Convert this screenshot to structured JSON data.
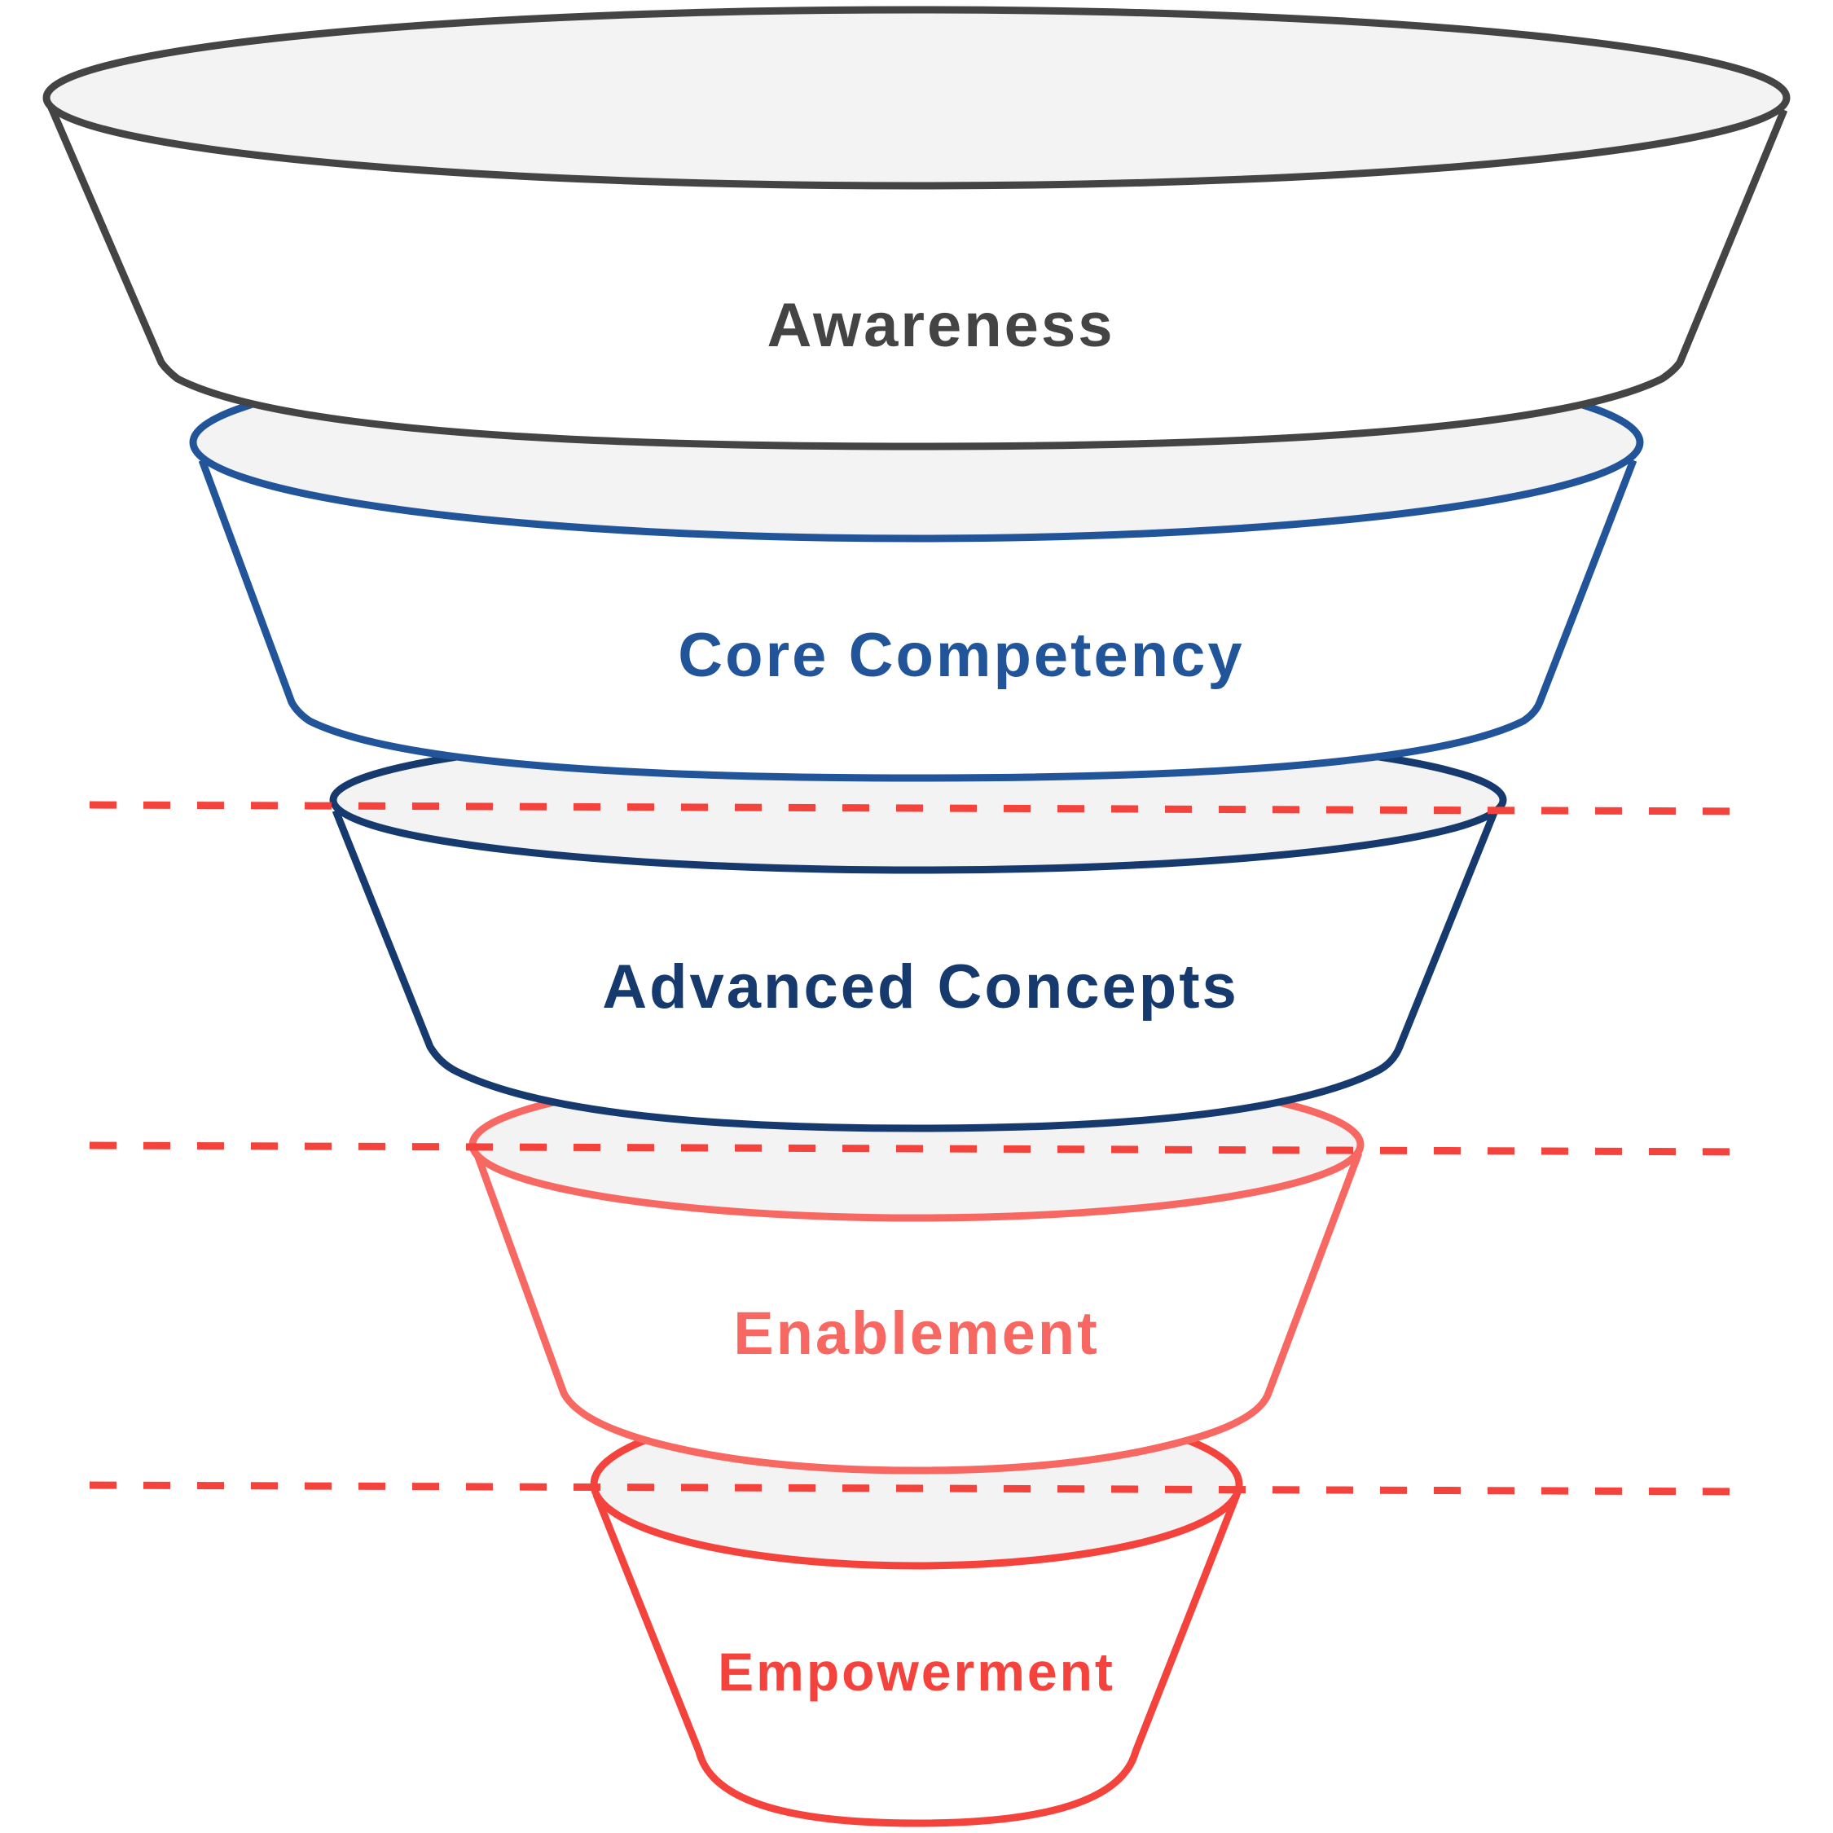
{
  "diagram": {
    "type": "funnel",
    "stages": [
      {
        "label": "Awareness",
        "color": "#444444"
      },
      {
        "label": "Core Competency",
        "color": "#22549a"
      },
      {
        "label": "Advanced Concepts",
        "color": "#173a6e"
      },
      {
        "label": "Enablement",
        "color": "#f86862"
      },
      {
        "label": "Empowerment",
        "color": "#f4433c"
      }
    ],
    "divider_color": "#f4433c",
    "rim_fill": "#f3f3f3",
    "divider_count": 3
  }
}
